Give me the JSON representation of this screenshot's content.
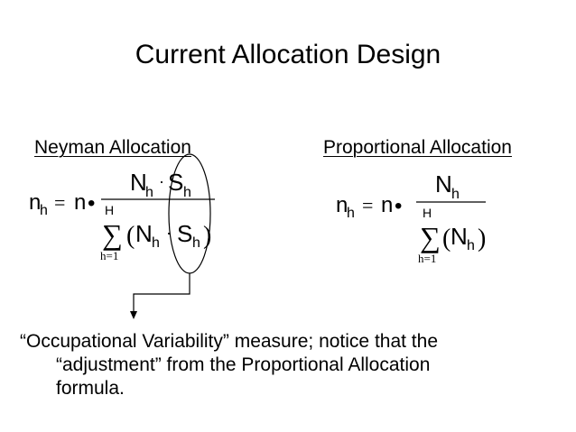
{
  "slide": {
    "title": "Current Allocation Design",
    "neyman_label": "Neyman Allocation",
    "proportional_label": "Proportional Allocation",
    "note_lines": [
      "“Occupational Variability” measure; notice that the",
      "“adjustment” from the Proportional Allocation",
      "formula."
    ]
  },
  "formula": {
    "n": "n",
    "N": "N",
    "S": "S",
    "h": "h",
    "H": "H",
    "eq": "=",
    "bullet": "•",
    "cdot": "·",
    "sum": "∑",
    "lower_limit": "h=1",
    "lparen": "(",
    "rparen": ")"
  }
}
